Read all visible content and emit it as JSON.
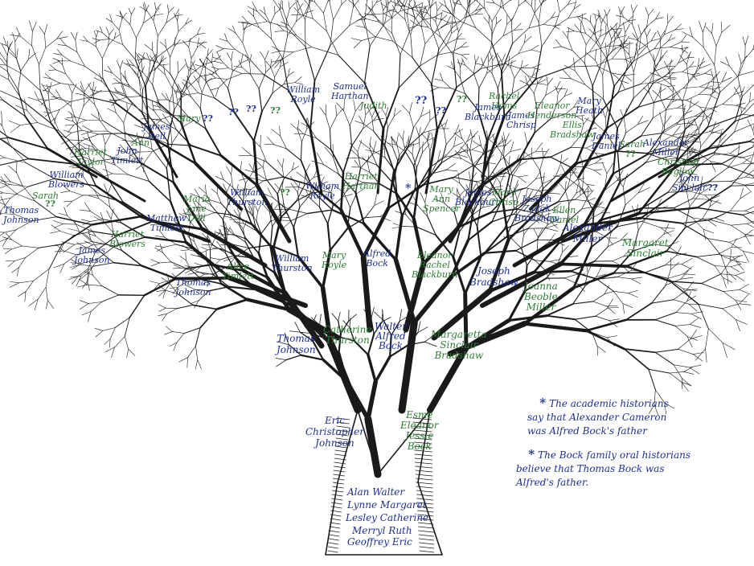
{
  "colors": {
    "ink": "#1a1a1a",
    "blue": "#1e2f8e",
    "green": "#2e7d32"
  },
  "people": {
    "alan": "Alan Walter",
    "lynne": "Lynne Margaret",
    "lesley": "Lesley Catherine",
    "merryl": "Merryl Ruth",
    "geoffrey": "Geoffrey Eric",
    "eric": "Eric\nChristopher\nJohnson",
    "esme": "Esme\nEleanor\nJessie\nBock",
    "thomas_johnson_2": "Thomas\nJohnson",
    "catherine": "Catherine\nThurston",
    "walter": "Walter\nAlfred\nBock",
    "margaretta": "Margaretta\nSinclair\nBradshaw",
    "alice": "Alice\nTimlett",
    "william_thurston_2": "William\nThurston",
    "mary_royle_2": "Mary\nRoyle",
    "alfred_bock": "Alfred\nBock",
    "eleanor_rachel": "Eleanor\nRachel\nBlackburn",
    "joseph_bradshaw": "Joseph\nBradshaw",
    "joanna": "Joanna\nBeoble\nMiller",
    "thomas_johnson_1": "Thomas\nJohnson",
    "matthew": "Matthew\nTimlett",
    "maria": "Maria\nJane\nDell",
    "william_thurston_1": "William\nThurston",
    "william_royle_2": "William\nRoyle",
    "harriet_harthan_2": "Harriet\nHarthan",
    "mary_ann": "Mary\nAnn\nSpencer",
    "james_blackburn_2": "James\nBlackburn",
    "mary_chrisp": "Mary\nChrisp",
    "joseph_zadok": "Joseph\nZadok\nBradshaw",
    "ellen": "Ellen\nDaniel",
    "alexander_miller_2": "Alexander\nMiller",
    "margaret_sinclair": "Margaret\nSinclair",
    "john_sinclair": "John\nSinclair",
    "harriet_blowers": "Harriet\nBlowers",
    "james_johnson": "James\nJohnson",
    "thomas_johnson_0": "Thomas\nJohnson",
    "sarah_1": "Sarah",
    "william_blowers": "William\nBlowers",
    "harriet_taylor": "Harriet\nTaylor",
    "john_timlett": "John\nTimlett",
    "ann": "Ann",
    "james_dell": "James\nDell",
    "mary_top": "Mary",
    "william_royle_1": "William\nRoyle",
    "samuel": "Samuel\nHarthan",
    "judith": "Judith",
    "james_blackburn_1": "James\nBlackburn",
    "rachel": "Rachel\nHems",
    "james_chrisp": "James\nChrisp",
    "eleanor_henderson": "Eleanor\nHenderson",
    "ellis": "Ellis\nBradshaw",
    "mary_heath": "Mary\nHeath",
    "james_daniel": "James\nDaniel",
    "sarah_2": "Sarah",
    "alexander_miller_1": "Alexander\nMiller",
    "christian": "Christian\nBeglow"
  },
  "unknown_mark": "??",
  "star_mark": "*",
  "notes": {
    "note1": "The academic historians\nsay that Alexander Cameron\nwas Alfred Bock's father",
    "note2": "The Bock family oral historians\nbelieve that Thomas Bock was\nAlfred's father."
  }
}
